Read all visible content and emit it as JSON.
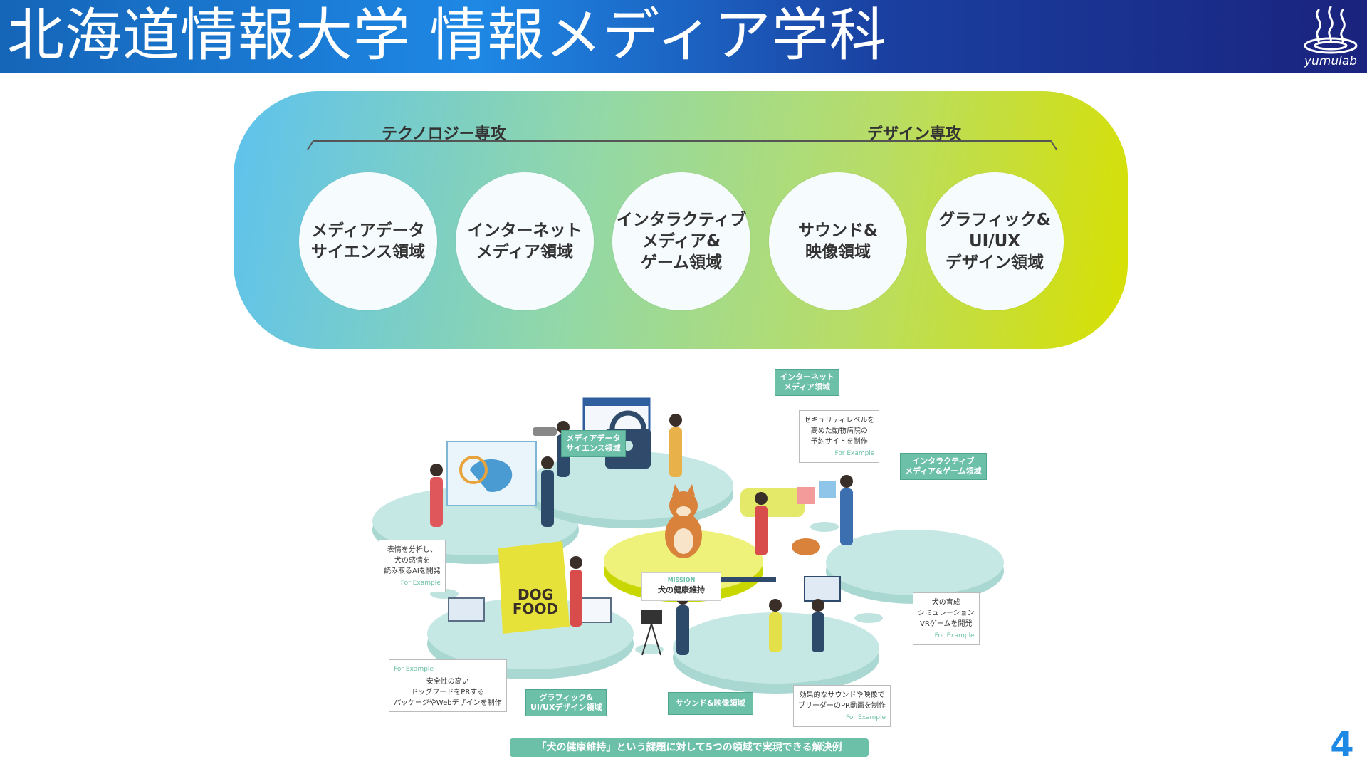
{
  "header": {
    "title": "北海道情報大学 情報メディア学科",
    "logo_text": "yumulab",
    "logo_icon": "hot-spring-icon"
  },
  "page_number": "4",
  "diagram": {
    "left_axis_label": "テクノロジー専攻",
    "right_axis_label": "デザイン専攻",
    "fields": [
      {
        "lines": [
          "メディアデータ",
          "サイエンス領域"
        ]
      },
      {
        "lines": [
          "インターネット",
          "メディア領域"
        ]
      },
      {
        "lines": [
          "インタラクティブ",
          "メディア&",
          "ゲーム領域"
        ]
      },
      {
        "lines": [
          "サウンド&",
          "映像領域"
        ]
      },
      {
        "lines": [
          "グラフィック&",
          "UI/UX",
          "デザイン領域"
        ]
      }
    ]
  },
  "illustration": {
    "tags": {
      "internet": [
        "インターネット",
        "メディア領域"
      ],
      "data_science": [
        "メディアデータ",
        "サイエンス領域"
      ],
      "interactive": [
        "インタラクティブ",
        "メディア&ゲーム領域"
      ],
      "graphic": [
        "グラフィック&",
        "UI/UXデザイン領域"
      ],
      "sound": [
        "サウンド&映像領域"
      ]
    },
    "examples": {
      "internet": [
        "セキュリティレベルを",
        "高めた動物病院の",
        "予約サイトを制作"
      ],
      "data_science": [
        "表情を分析し、",
        "犬の感情を",
        "読み取るAIを開発"
      ],
      "interactive": [
        "犬の育成",
        "シミュレーション",
        "VRゲームを開発"
      ],
      "graphic": [
        "安全性の高い",
        "ドッグフードをPRする",
        "パッケージやWebデザインを制作"
      ],
      "sound": [
        "効果的なサウンドや映像で",
        "ブリーダーのPR動画を制作"
      ]
    },
    "for_example_label": "For Example",
    "mission_label": "MISSION",
    "mission_text": "犬の健康維持",
    "dog_food_text": [
      "DOG",
      "FOOD"
    ],
    "caption": "「犬の健康維持」という課題に対して5つの領域で実現できる解決例"
  },
  "colors": {
    "header_start": "#1565b8",
    "header_end": "#1a237e",
    "band_start": "#5ec2ee",
    "band_end": "#d8e000",
    "tag_green": "#6cc0a8",
    "platform": "#bfe3df",
    "page_number": "#1e88e5"
  }
}
